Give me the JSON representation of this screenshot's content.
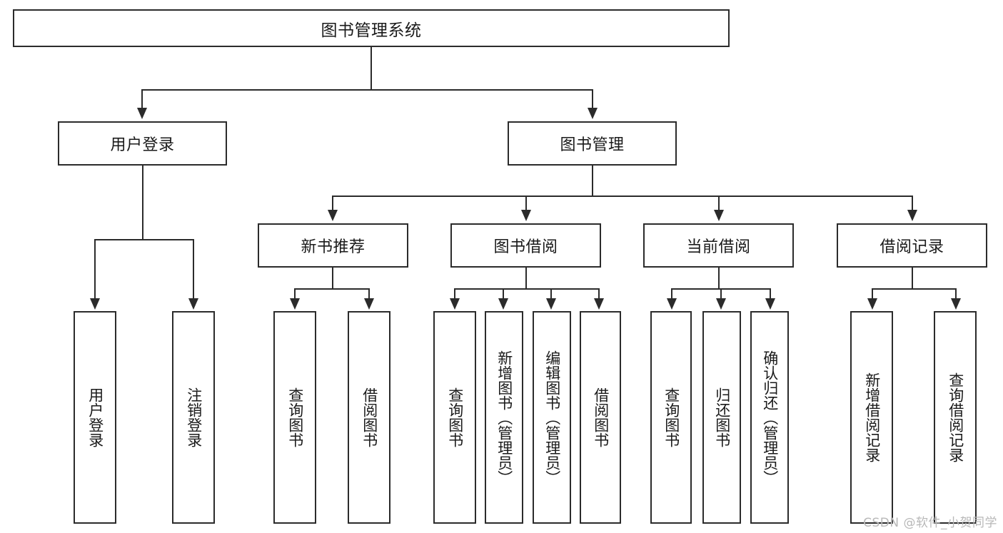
{
  "diagram": {
    "type": "tree-hierarchy-chart",
    "title": "图书管理系统",
    "root": {
      "label": "图书管理系统"
    },
    "level2": [
      {
        "id": "user-login",
        "label": "用户登录"
      },
      {
        "id": "book-management",
        "label": "图书管理"
      }
    ],
    "level3": [
      {
        "id": "new-book-recommend",
        "label": "新书推荐",
        "parent": "book-management"
      },
      {
        "id": "book-borrow",
        "label": "图书借阅",
        "parent": "book-management"
      },
      {
        "id": "current-borrow",
        "label": "当前借阅",
        "parent": "book-management"
      },
      {
        "id": "borrow-record",
        "label": "借阅记录",
        "parent": "book-management"
      }
    ],
    "leaves": [
      {
        "id": "leaf-user-login",
        "label": "用户登录",
        "parent": "user-login"
      },
      {
        "id": "leaf-logout-login",
        "label": "注销登录",
        "parent": "user-login"
      },
      {
        "id": "leaf-query-book-1",
        "label": "查询图书",
        "parent": "new-book-recommend"
      },
      {
        "id": "leaf-borrow-book-1",
        "label": "借阅图书",
        "parent": "new-book-recommend"
      },
      {
        "id": "leaf-query-book-2",
        "label": "查询图书",
        "parent": "book-borrow"
      },
      {
        "id": "leaf-add-book",
        "label": "新增图书（管理员）",
        "parent": "book-borrow"
      },
      {
        "id": "leaf-edit-book",
        "label": "编辑图书（管理员）",
        "parent": "book-borrow"
      },
      {
        "id": "leaf-borrow-book-2",
        "label": "借阅图书",
        "parent": "book-borrow"
      },
      {
        "id": "leaf-query-book-3",
        "label": "查询图书",
        "parent": "current-borrow"
      },
      {
        "id": "leaf-return-book",
        "label": "归还图书",
        "parent": "current-borrow"
      },
      {
        "id": "leaf-confirm-return",
        "label": "确认归还（管理员）",
        "parent": "current-borrow"
      },
      {
        "id": "leaf-add-record",
        "label": "新增借阅记录",
        "parent": "borrow-record"
      },
      {
        "id": "leaf-query-record",
        "label": "查询借阅记录",
        "parent": "borrow-record"
      }
    ],
    "colors": {
      "stroke": "#2b2b2b",
      "fill": "#ffffff",
      "text": "#1a1a1a",
      "watermark": "#b8b8b8"
    }
  },
  "watermark": {
    "text": "CSDN @软件_小贺同学"
  }
}
